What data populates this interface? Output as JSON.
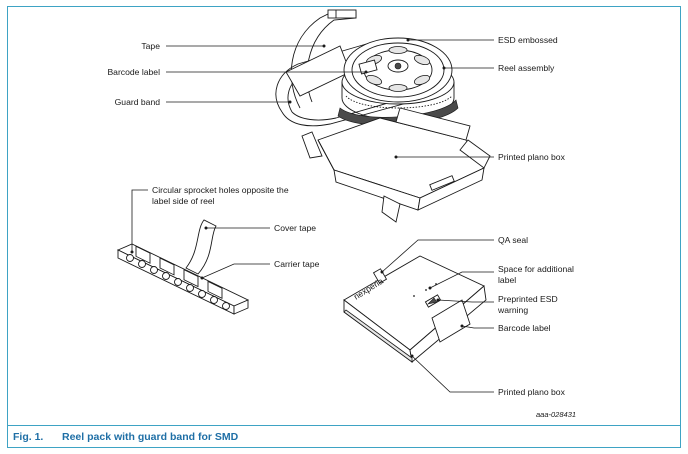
{
  "labels": {
    "tape": "Tape",
    "barcode_label_top": "Barcode label",
    "guard_band": "Guard band",
    "esd_embossed": "ESD embossed",
    "reel_assembly": "Reel assembly",
    "printed_plano_box_top": "Printed plano box",
    "sprocket_line1": "Circular sprocket holes opposite the",
    "sprocket_line2": "label side of reel",
    "cover_tape": "Cover tape",
    "carrier_tape": "Carrier tape",
    "qa_seal": "QA seal",
    "space_line1": "Space for additional",
    "space_line2": "label",
    "esd_warning_line1": "Preprinted ESD",
    "esd_warning_line2": "warning",
    "barcode_label_bottom": "Barcode label",
    "printed_plano_box_bottom": "Printed plano box"
  },
  "box_brand": "nexperia",
  "reference_code": "aaa-028431",
  "caption": {
    "number": "Fig. 1.",
    "title": "Reel pack with guard band for SMD"
  },
  "colors": {
    "frame": "#3ea3c4",
    "caption_text": "#1f6fa6",
    "line": "#1a1a1a"
  }
}
